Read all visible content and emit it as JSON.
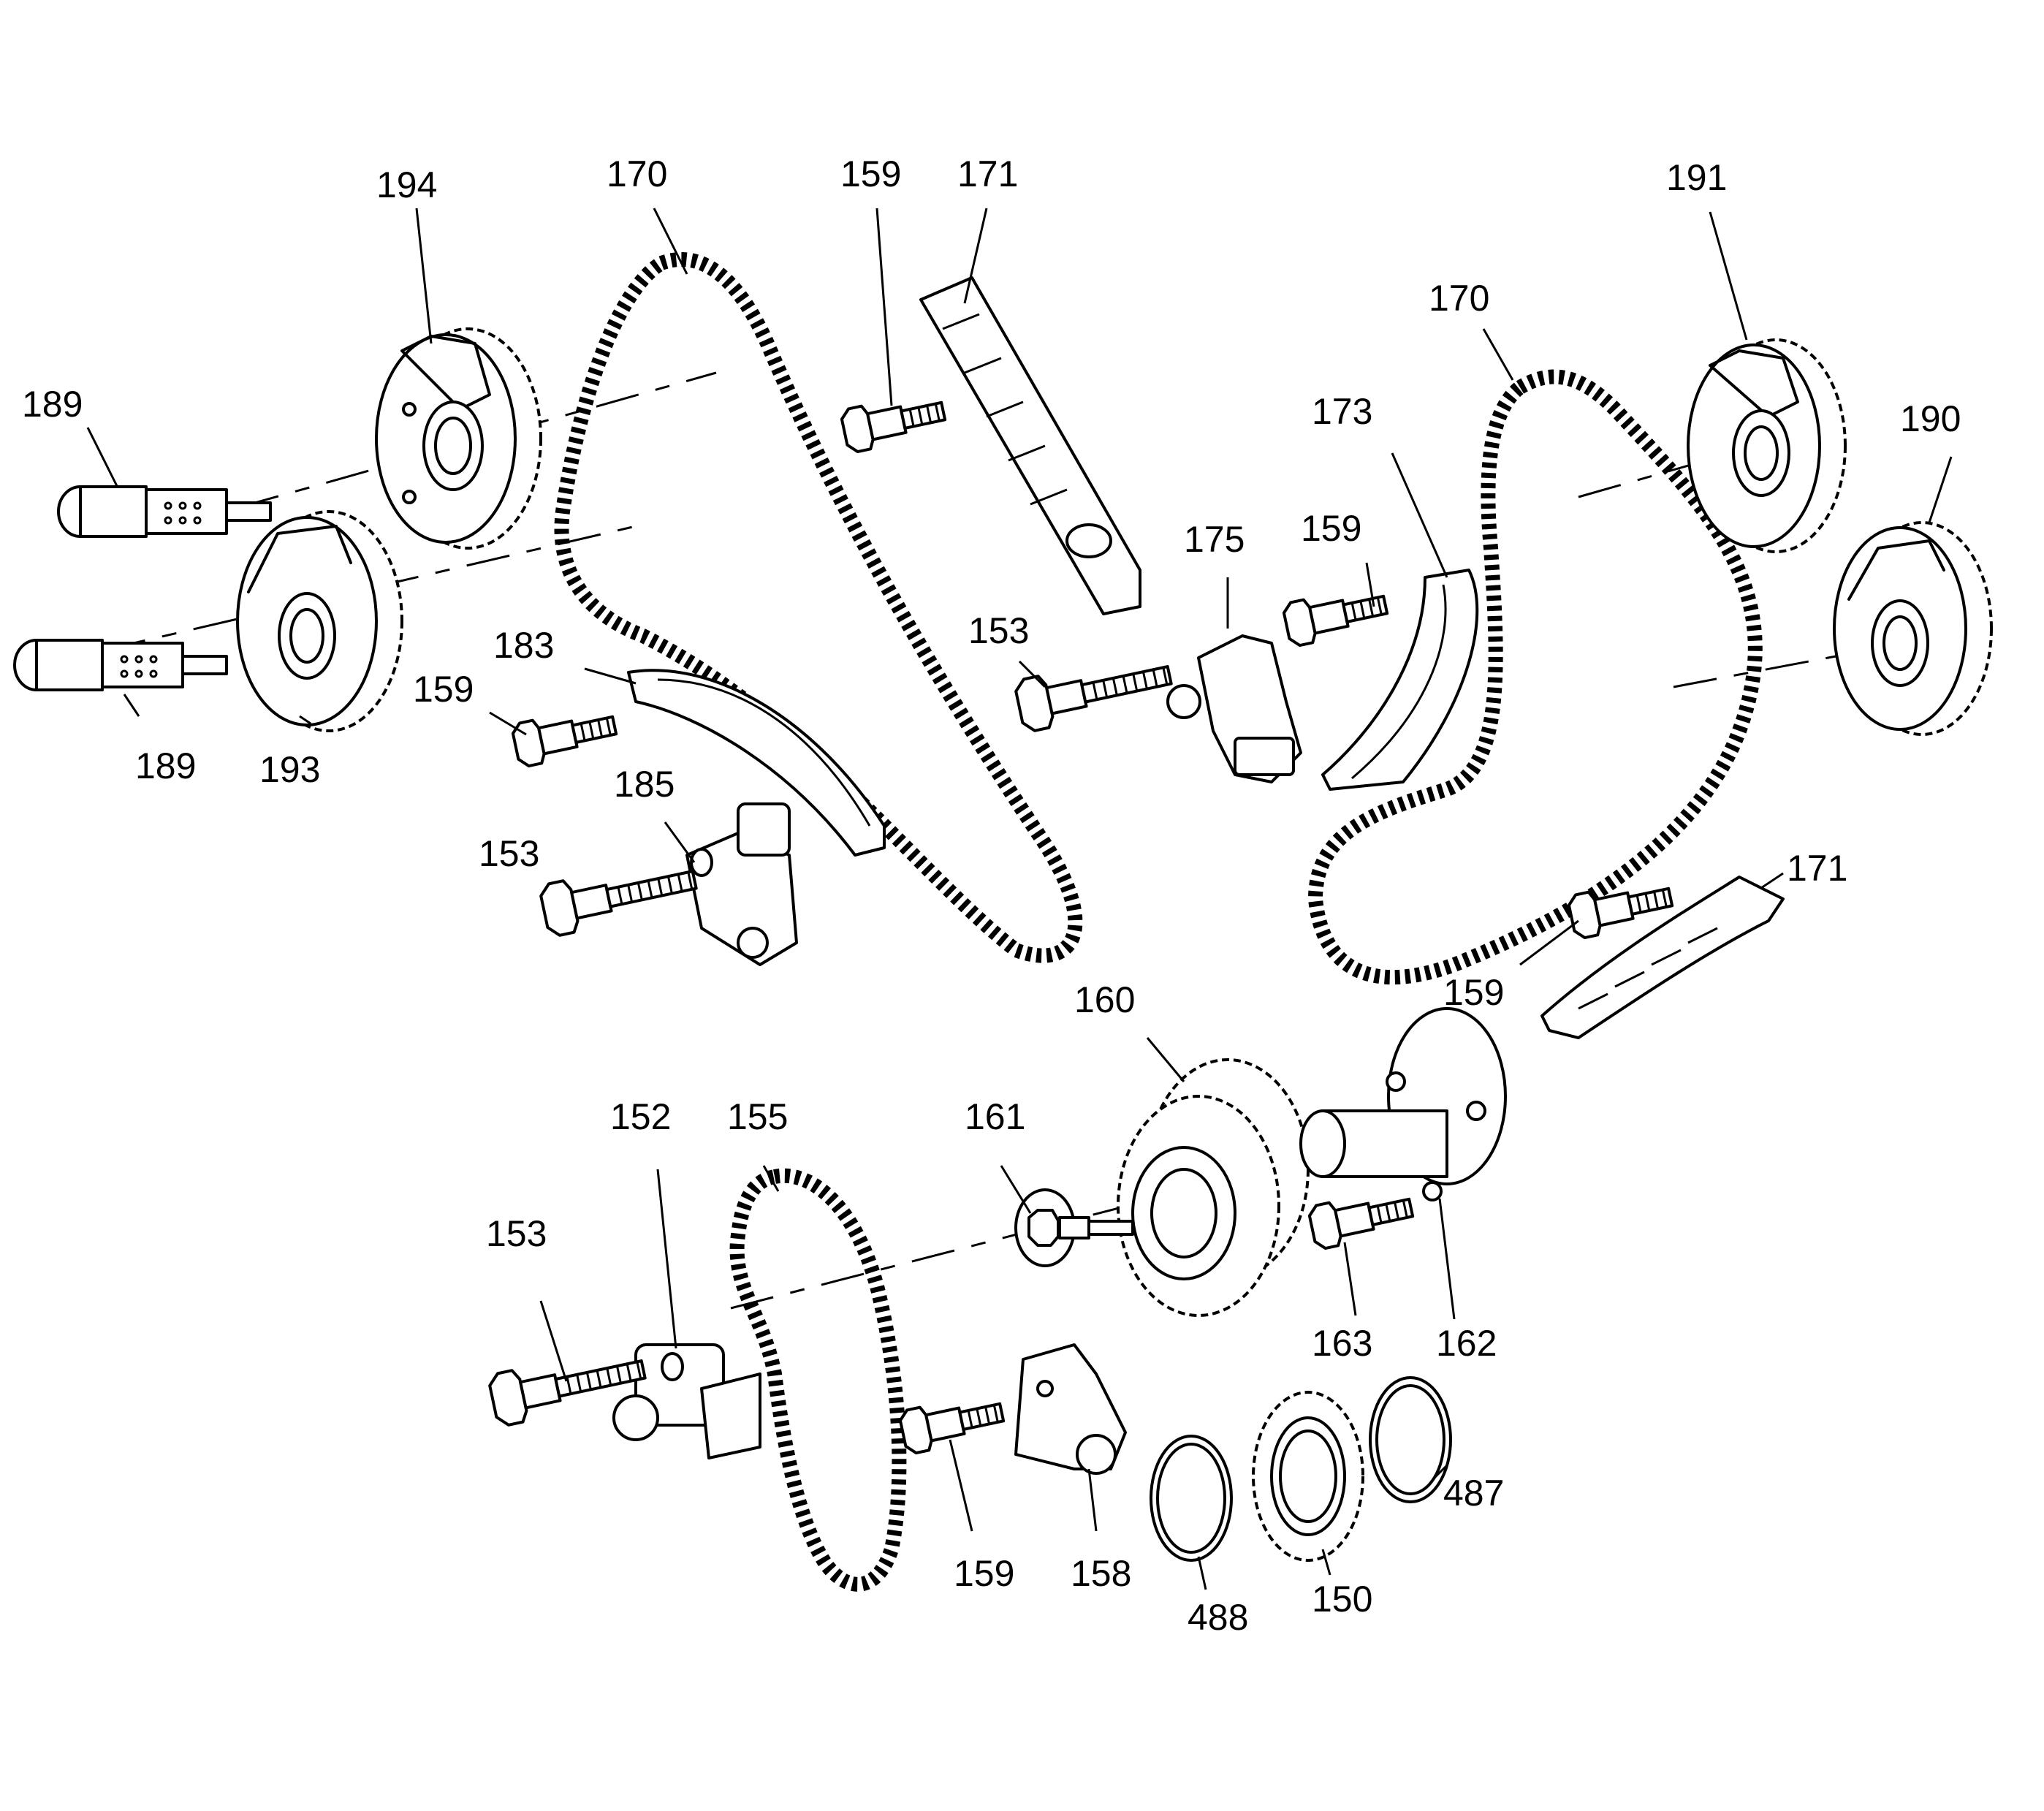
{
  "callouts": [
    {
      "id": "c194",
      "text": "194"
    },
    {
      "id": "c170a",
      "text": "170"
    },
    {
      "id": "c159a",
      "text": "159"
    },
    {
      "id": "c171a",
      "text": "171"
    },
    {
      "id": "c191",
      "text": "191"
    },
    {
      "id": "c170b",
      "text": "170"
    },
    {
      "id": "c173",
      "text": "173"
    },
    {
      "id": "c190",
      "text": "190"
    },
    {
      "id": "c189a",
      "text": "189"
    },
    {
      "id": "c175",
      "text": "175"
    },
    {
      "id": "c159b",
      "text": "159"
    },
    {
      "id": "c153a",
      "text": "153"
    },
    {
      "id": "c183",
      "text": "183"
    },
    {
      "id": "c159c",
      "text": "159"
    },
    {
      "id": "c189b",
      "text": "189"
    },
    {
      "id": "c193",
      "text": "193"
    },
    {
      "id": "c185",
      "text": "185"
    },
    {
      "id": "c153b",
      "text": "153"
    },
    {
      "id": "c171b",
      "text": "171"
    },
    {
      "id": "c159d",
      "text": "159"
    },
    {
      "id": "c160",
      "text": "160"
    },
    {
      "id": "c152",
      "text": "152"
    },
    {
      "id": "c155",
      "text": "155"
    },
    {
      "id": "c161",
      "text": "161"
    },
    {
      "id": "c153c",
      "text": "153"
    },
    {
      "id": "c163",
      "text": "163"
    },
    {
      "id": "c162",
      "text": "162"
    },
    {
      "id": "c487",
      "text": "487"
    },
    {
      "id": "c159e",
      "text": "159"
    },
    {
      "id": "c158",
      "text": "158"
    },
    {
      "id": "c488",
      "text": "488"
    },
    {
      "id": "c150",
      "text": "150"
    }
  ]
}
